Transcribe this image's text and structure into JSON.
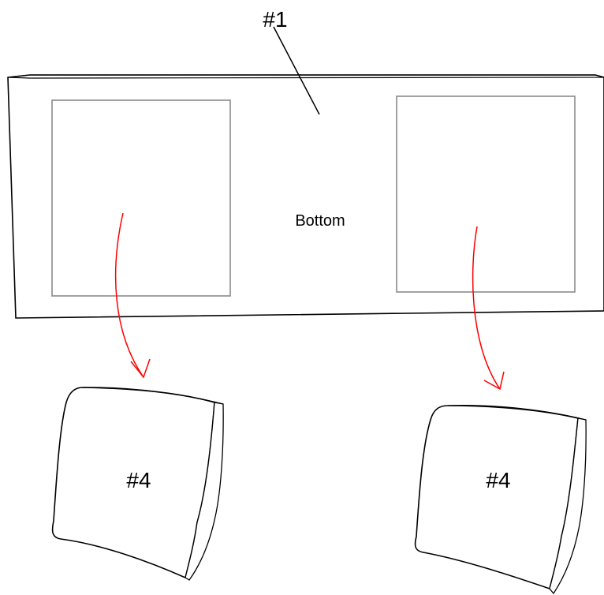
{
  "labels": {
    "part_number": "#1",
    "face": "Bottom",
    "pad_left": "#4",
    "pad_right": "#4"
  },
  "colors": {
    "outline": "#000000",
    "recess": "#8a8a8a",
    "arrow": "#ff0000",
    "background": "#ffffff"
  }
}
